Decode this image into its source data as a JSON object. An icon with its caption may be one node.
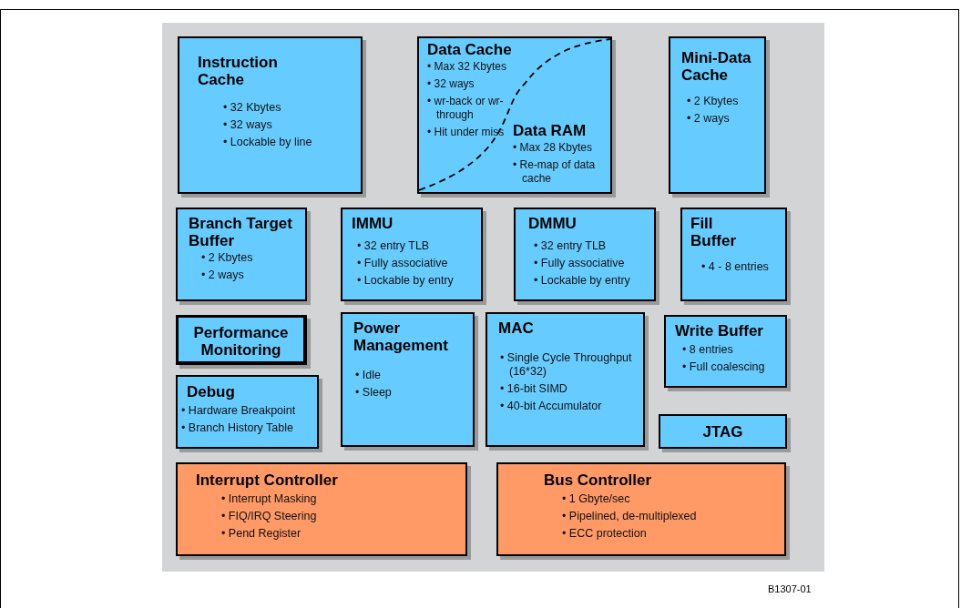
{
  "diagram": {
    "nodes": [
      {
        "text": [],
        "shape": "box"
      },
      {
        "text": [
          "Instruction Cache",
          "• 32 Kbytes",
          "• 32 ways",
          "• Lockable by line"
        ],
        "in": 0
      },
      {
        "text": [
          "Data Cache",
          "• Max 32 Kbytes",
          "• 32 ways",
          "• wr-back or wr-through",
          "• Hit under miss",
          "Data RAM",
          "• Max 28 Kbytes",
          "• Re-map of data cache"
        ],
        "in": 0
      },
      {
        "text": [
          "Mini-Data Cache",
          "• 2 Kbytes",
          "• 2 ways"
        ],
        "in": 0
      },
      {
        "text": [
          "Branch Target Buffer",
          "• 2 Kbytes",
          "• 2 ways"
        ],
        "in": 0
      },
      {
        "text": [
          "IMMU",
          "• 32 entry TLB",
          "• Fully associative",
          "• Lockable by entry"
        ],
        "in": 0
      },
      {
        "text": [
          "DMMU",
          "• 32 entry TLB",
          "• Fully associative",
          "• Lockable by entry"
        ],
        "in": 0
      },
      {
        "text": [
          "Fill Buffer",
          "• 4 - 8 entries"
        ],
        "in": 0
      },
      {
        "text": [
          "Performance Monitoring"
        ],
        "in": 0
      },
      {
        "text": [
          "Power Management",
          "• Idle",
          "• Sleep"
        ],
        "in": 0
      },
      {
        "text": [
          "MAC",
          "• Single Cycle Throughput (16*32)",
          "• 16-bit SIMD",
          "• 40-bit Accumulator"
        ],
        "in": 0
      },
      {
        "text": [
          "Write Buffer",
          "• 8 entries",
          "• Full coalescing"
        ],
        "in": 0
      },
      {
        "text": [
          "Debug",
          "• Hardware Breakpoint",
          "• Branch History Table"
        ],
        "in": 0
      },
      {
        "text": [
          "JTAG"
        ],
        "in": 0
      },
      {
        "text": [
          "Interrupt Controller",
          "• Interrupt Masking",
          "• FIQ/IRQ Steering",
          "• Pend Register"
        ],
        "in": 0
      },
      {
        "text": [
          "Bus Controller",
          "• 1 Gbyte/sec",
          "• Pipelined, de-multiplexed",
          "• ECC protection"
        ],
        "in": 0
      }
    ],
    "labels": [
      "B1307-01"
    ]
  }
}
